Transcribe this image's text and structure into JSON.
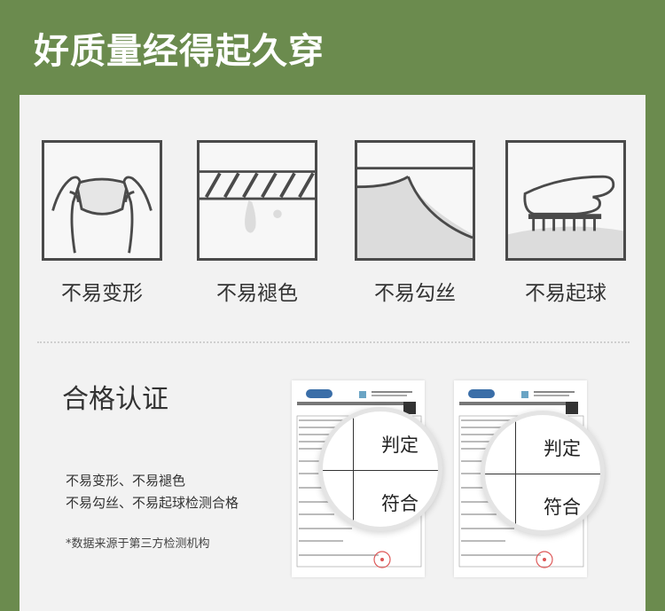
{
  "header": {
    "title": "好质量经得起久穿"
  },
  "features": [
    {
      "label": "不易变形",
      "icon": "stretch-hands-icon"
    },
    {
      "label": "不易褪色",
      "icon": "twisted-rope-icon"
    },
    {
      "label": "不易勾丝",
      "icon": "fabric-snag-icon"
    },
    {
      "label": "不易起球",
      "icon": "brush-hand-icon"
    }
  ],
  "certification": {
    "title": "合格认证",
    "line1": "不易变形、不易褪色",
    "line2": "不易勾丝、不易起球检测合格",
    "note": "*数据来源于第三方检测机构",
    "documents": [
      {
        "verdict_label": "判定",
        "verdict_value": "符合"
      },
      {
        "verdict_label": "判定",
        "verdict_value": "符合"
      }
    ]
  },
  "colors": {
    "header_bg": "#6b8b4e",
    "panel_bg": "#f2f2f2",
    "icon_border": "#4a4a4a"
  }
}
